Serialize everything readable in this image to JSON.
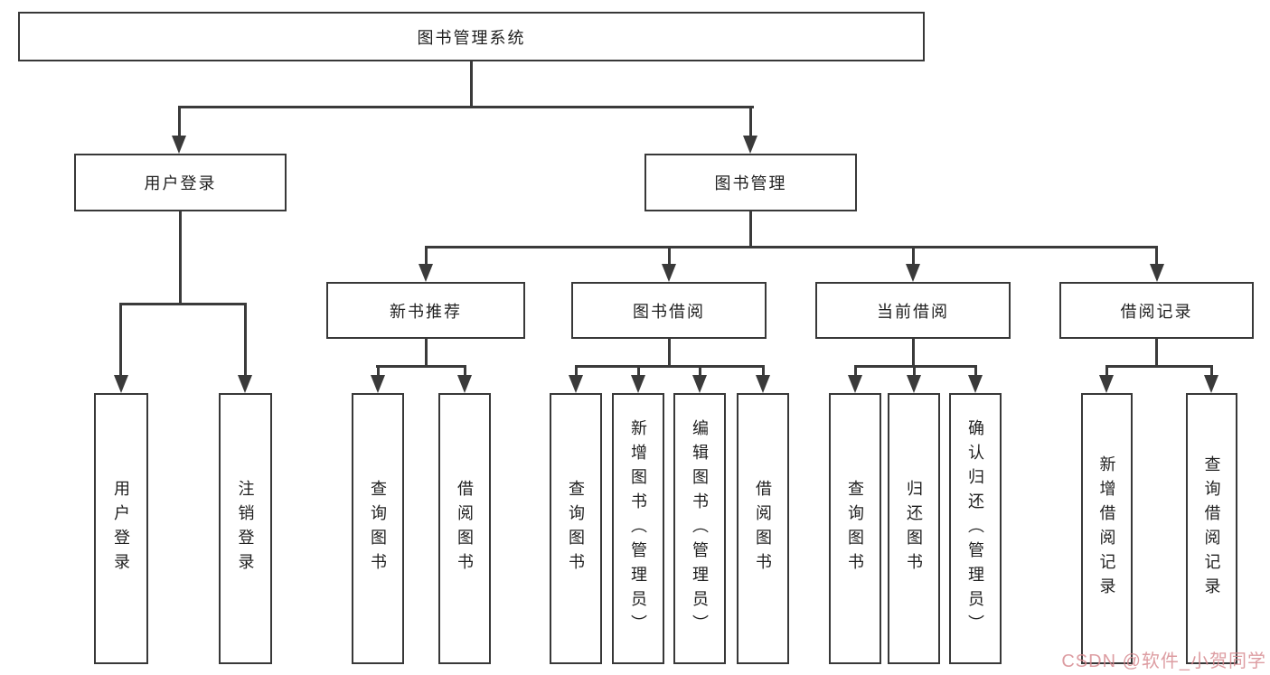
{
  "diagram": {
    "type": "hierarchy-tree",
    "colors": {
      "line": "#3a3a3a",
      "box_border": "#383838",
      "box_fill": "#ffffff",
      "text": "#1f1f1f",
      "watermark": "#d6888d",
      "background": "#ffffff"
    },
    "tree": {
      "label": "图书管理系统",
      "children": [
        {
          "label": "用户登录",
          "children": [
            {
              "label": "用户登录"
            },
            {
              "label": "注销登录"
            }
          ]
        },
        {
          "label": "图书管理",
          "children": [
            {
              "label": "新书推荐",
              "children": [
                {
                  "label": "查询图书"
                },
                {
                  "label": "借阅图书"
                }
              ]
            },
            {
              "label": "图书借阅",
              "children": [
                {
                  "label": "查询图书"
                },
                {
                  "label": "新增图书（管理员）"
                },
                {
                  "label": "编辑图书（管理员）"
                },
                {
                  "label": "借阅图书"
                }
              ]
            },
            {
              "label": "当前借阅",
              "children": [
                {
                  "label": "查询图书"
                },
                {
                  "label": "归还图书"
                },
                {
                  "label": "确认归还（管理员）"
                }
              ]
            },
            {
              "label": "借阅记录",
              "children": [
                {
                  "label": "新增借阅记录"
                },
                {
                  "label": "查询借阅记录"
                }
              ]
            }
          ]
        }
      ]
    },
    "watermark": {
      "text": "CSDN @软件_小贺同学"
    }
  }
}
